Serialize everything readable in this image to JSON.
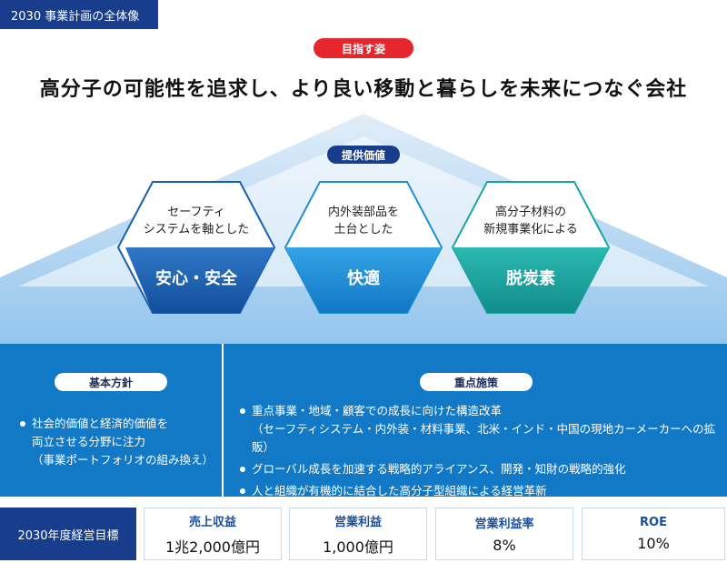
{
  "tag": "2030 事業計画の全体像",
  "aim_label": "目指す姿",
  "headline": "高分子の可能性を追求し、より良い移動と暮らしを未来につなぐ会社",
  "value_label": "提供価値",
  "values": [
    {
      "top_line1": "セーフティ",
      "top_line2": "システムを軸とした",
      "main": "安心・安全"
    },
    {
      "top_line1": "内外装部品を",
      "top_line2": "土台とした",
      "main": "快適"
    },
    {
      "top_line1": "高分子材料の",
      "top_line2": "新規事業化による",
      "main": "脱炭素"
    }
  ],
  "policy": {
    "title": "基本方針",
    "line1": "社会的価値と経済的価値を",
    "line2": "両立させる分野に注力",
    "line3": "（事業ポートフォリオの組み換え）"
  },
  "measures": {
    "title": "重点施策",
    "item1": "重点事業・地域・顧客での成長に向けた構造改革",
    "item1_sub": "（セーフティシステム・内外装・材料事業、北米・インド・中国の現地カーメーカーへの拡販）",
    "item2": "グローバル成長を加速する戦略的アライアンス、開発・知財の戦略的強化",
    "item3": "人と組織が有機的に結合した高分子型組織による経営革新"
  },
  "goals": {
    "label": "2030年度経営目標",
    "items": [
      {
        "label": "売上収益",
        "value": "1兆2,000億円"
      },
      {
        "label": "営業利益",
        "value": "1,000億円"
      },
      {
        "label": "営業利益率",
        "value": "8%"
      },
      {
        "label": "ROE",
        "value": "10%"
      }
    ]
  },
  "colors": {
    "navy": "#173d8c",
    "red": "#e5262d",
    "panel_blue": "#1279c6",
    "hex1": "#1a5fb0",
    "hex2": "#1d8fd6",
    "hex3": "#1aa6a0"
  }
}
